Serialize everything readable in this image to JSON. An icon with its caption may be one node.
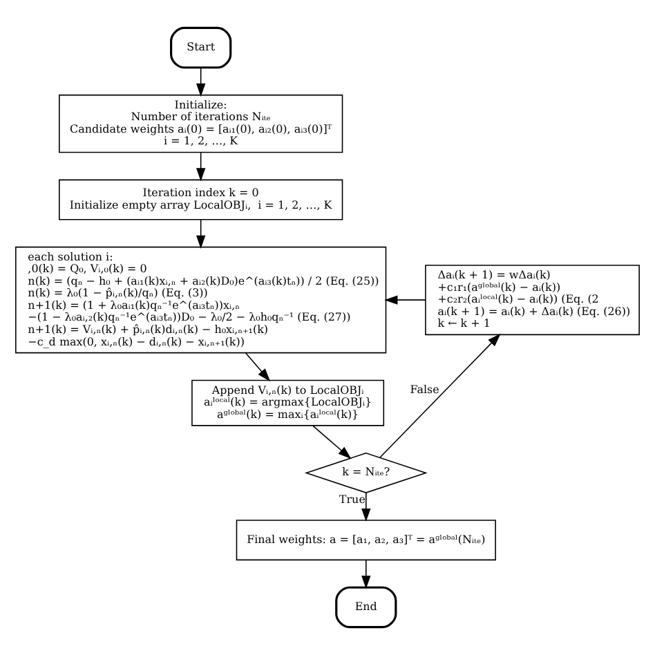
{
  "diagram": {
    "nodes": [
      {
        "text": [
          "Start"
        ]
      },
      {
        "text": [
          "Initialize:",
          "Number of iterations Nᵢₜₑ",
          "Candidate weights aᵢ(0) = [aᵢ₁(0), aᵢ₂(0), aᵢ₃(0)]ᵀ",
          "i = 1, 2, …, K"
        ]
      },
      {
        "text": [
          "Iteration index k = 0",
          "Initialize empty array LocalOBJᵢ,  i = 1, 2, …, K"
        ]
      },
      {
        "text": [
          "each solution i:",
          ",0(k) = Q₀, Vᵢ,₀(k) = 0",
          "n(k) = (qₙ − h₀ + (aᵢ₁(k)xᵢ,ₙ + aᵢ₂(k)D₀)e^(aᵢ₃(k)tₙ)) / 2 (Eq. (25))",
          "n(k) = λ₀(1 − p̂ᵢ,ₙ(k)/qₙ) (Eq. (3))",
          "n+1(k) = (1 + λ₀aᵢ₁(k)qₙ⁻¹e^(aᵢ₃tₙ))xᵢ,ₙ",
          "−(1 − λ₀aᵢ,₂(k)qₙ⁻¹e^(aᵢ₃tₙ))D₀ − λ₀/2 − λ₀h₀qₙ⁻¹ (Eq. (27))",
          "n+1(k) = Vᵢ,ₙ(k) + p̂ᵢ,ₙ(k)dᵢ,ₙ(k) − h₀xᵢ,ₙ₊₁(k)",
          "−c_d max(0, xᵢ,ₙ(k) − dᵢ,ₙ(k) − xᵢ,ₙ₊₁(k))"
        ]
      },
      {
        "text": [
          "Append Vᵢ,ₙ(k) to LocalOBJᵢ",
          "aᵢˡᵒᶜᵃˡ(k) = argmax{LocalOBJᵢ}",
          "aᵍˡᵒᵇᵃˡ(k) = maxᵢ{aᵢˡᵒᶜᵃˡ(k)}"
        ]
      },
      {
        "text": [
          "k = Nᵢₜₑ?"
        ]
      },
      {
        "text": [
          "Δaᵢ(k + 1) = wΔaᵢ(k)",
          "+c₁r₁(aᵍˡᵒᵇᵃˡ(k) − aᵢ(k))",
          "+c₂r₂(aᵢˡᵒᶜᵃˡ(k) − aᵢ(k)) (Eq. (2",
          "aᵢ(k + 1) = aᵢ(k) + Δaᵢ(k) (Eq. (26))",
          "k ← k + 1"
        ]
      },
      {
        "text": [
          "Final weights: a = [a₁, a₂, a₃]ᵀ = aᵍˡᵒᵇᵃˡ(Nᵢₜₑ)"
        ]
      },
      {
        "text": [
          "End"
        ]
      }
    ],
    "edges": [
      {
        "from": 0,
        "to": 1,
        "arrow": "to"
      },
      {
        "from": 1,
        "to": 2,
        "arrow": "to"
      },
      {
        "from": 2,
        "to": 3,
        "arrow": "to"
      },
      {
        "from": 3,
        "to": 4,
        "arrow": "to"
      },
      {
        "from": 4,
        "to": 5,
        "arrow": "to"
      },
      {
        "from": 5,
        "to": 6,
        "arrow": "to",
        "label": "False"
      },
      {
        "from": 6,
        "to": 3,
        "arrow": "to"
      },
      {
        "from": 5,
        "to": 7,
        "arrow": "to",
        "label": "True"
      },
      {
        "from": 7,
        "to": 8,
        "arrow": "to"
      }
    ]
  }
}
